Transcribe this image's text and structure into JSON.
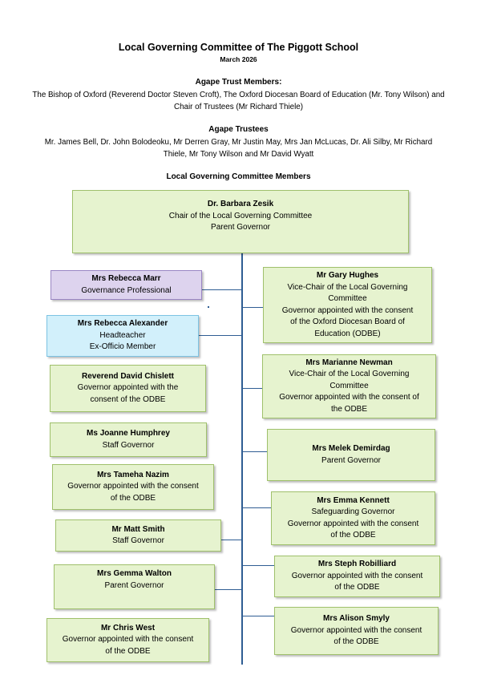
{
  "header": {
    "title": "Local Governing Committee of The Piggott School",
    "date": "March 2026"
  },
  "trust_members": {
    "heading": "Agape Trust Members:",
    "text": "The Bishop of Oxford (Reverend Doctor Steven Croft), The Oxford Diocesan Board of Education (Mr. Tony Wilson) and Chair of Trustees (Mr Richard Thiele)"
  },
  "trustees": {
    "heading": "Agape Trustees",
    "text": "Mr. James Bell, Dr. John Bolodeoku, Mr Derren Gray, Mr Justin May, Mrs Jan McLucas, Dr. Ali Silby, Mr Richard Thiele, Mr Tony Wilson and Mr David Wyatt"
  },
  "lgc_heading": "Local Governing Committee Members",
  "chair": {
    "name": "Dr. Barbara Zesik",
    "lines": [
      "Chair of the Local Governing Committee",
      "Parent Governor"
    ]
  },
  "left": [
    {
      "name": "Mrs Rebecca Marr",
      "lines": [
        "Governance Professional"
      ]
    },
    {
      "name": "Mrs Rebecca Alexander",
      "lines": [
        "Headteacher",
        "Ex-Officio Member"
      ]
    },
    {
      "name": "Reverend David Chislett",
      "lines": [
        "Governor appointed with the",
        "consent of the ODBE"
      ]
    },
    {
      "name": "Ms Joanne Humphrey",
      "lines": [
        "Staff Governor"
      ]
    },
    {
      "name": "Mrs Tameha Nazim",
      "lines": [
        "Governor appointed with the consent",
        "of the ODBE"
      ]
    },
    {
      "name": "Mr Matt Smith",
      "lines": [
        "Staff Governor"
      ]
    },
    {
      "name": "Mrs Gemma Walton",
      "lines": [
        "Parent Governor"
      ]
    },
    {
      "name": "Mr Chris West",
      "lines": [
        "Governor appointed with the consent",
        "of the ODBE"
      ]
    }
  ],
  "right": [
    {
      "name": "Mr Gary Hughes",
      "lines": [
        "Vice-Chair of the Local Governing",
        "Committee",
        "Governor appointed with the consent",
        "of the Oxford Diocesan Board of",
        "Education (ODBE)"
      ]
    },
    {
      "name": "Mrs Marianne Newman",
      "lines": [
        "Vice-Chair of the Local Governing",
        "Committee",
        "Governor appointed with the consent of",
        "the ODBE"
      ]
    },
    {
      "name": "Mrs Melek Demirdag",
      "lines": [
        "Parent Governor"
      ]
    },
    {
      "name": "Mrs Emma Kennett",
      "lines": [
        "Safeguarding Governor",
        "Governor appointed with the consent",
        "of the ODBE"
      ]
    },
    {
      "name": "Mrs Steph Robilliard",
      "lines": [
        "Governor appointed with the consent",
        "of the ODBE"
      ]
    },
    {
      "name": "Mrs Alison Smyly",
      "lines": [
        "Governor appointed with the consent",
        "of the ODBE"
      ]
    }
  ]
}
